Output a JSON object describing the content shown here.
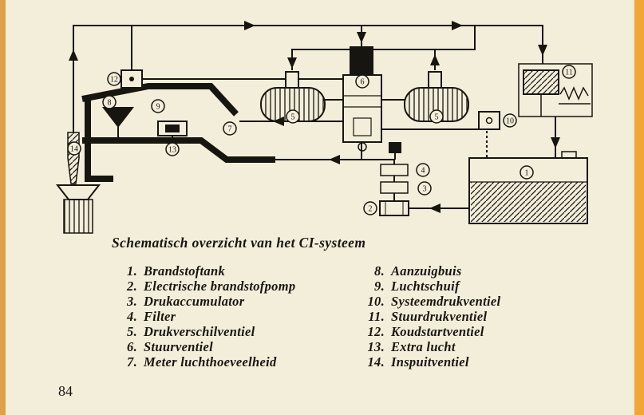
{
  "page": {
    "number": "84"
  },
  "caption": "Schematisch overzicht van het CI-systeem",
  "legend": {
    "left": [
      {
        "num": "1.",
        "label": "Brandstoftank"
      },
      {
        "num": "2.",
        "label": "Electrische brandstofpomp"
      },
      {
        "num": "3.",
        "label": "Drukaccumulator"
      },
      {
        "num": "4.",
        "label": "Filter"
      },
      {
        "num": "5.",
        "label": "Drukverschilventiel"
      },
      {
        "num": "6.",
        "label": "Stuurventiel"
      },
      {
        "num": "7.",
        "label": "Meter luchthoeveelheid"
      }
    ],
    "right": [
      {
        "num": "8.",
        "label": "Aanzuigbuis"
      },
      {
        "num": "9.",
        "label": "Luchtschuif"
      },
      {
        "num": "10.",
        "label": "Systeemdrukventiel"
      },
      {
        "num": "11.",
        "label": "Stuurdrukventiel"
      },
      {
        "num": "12.",
        "label": "Koudstartventiel"
      },
      {
        "num": "13.",
        "label": "Extra lucht"
      },
      {
        "num": "14.",
        "label": "Inspuitventiel"
      }
    ]
  },
  "diagram": {
    "callouts": [
      {
        "n": "12"
      },
      {
        "n": "8"
      },
      {
        "n": "9"
      },
      {
        "n": "13"
      },
      {
        "n": "14"
      },
      {
        "n": "7"
      },
      {
        "n": "5"
      },
      {
        "n": "6"
      },
      {
        "n": "5"
      },
      {
        "n": "10"
      },
      {
        "n": "11"
      },
      {
        "n": "1"
      },
      {
        "n": "4"
      },
      {
        "n": "3"
      },
      {
        "n": "2"
      }
    ]
  },
  "colors": {
    "paper": "#f3eeda",
    "ink": "#17150f",
    "edge_left": "#dfa143",
    "edge_right": "#f2a636"
  }
}
